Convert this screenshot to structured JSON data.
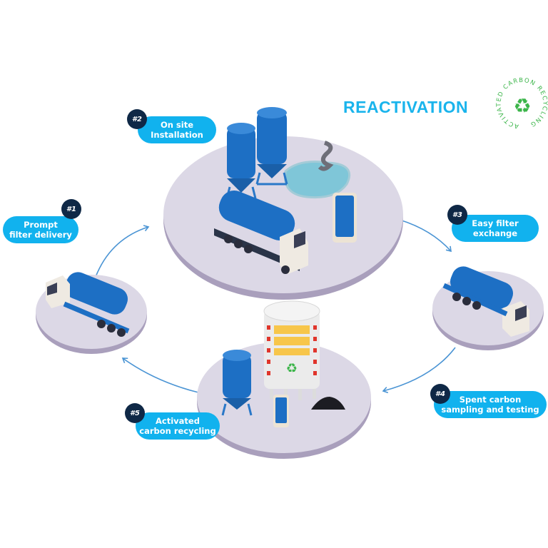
{
  "title": "REACTIVATION",
  "logo": {
    "ring_text": "ACTIVATED CARBON RECYCLING",
    "icon": "recycle-icon",
    "color": "#3cb54a"
  },
  "colors": {
    "accent": "#11b2ee",
    "badge": "#0f2846",
    "platform": "#dcd8e6",
    "platform_edge": "#a99fbc",
    "arrow": "#4a94d4",
    "equipment_blue": "#1d6fc4"
  },
  "steps": [
    {
      "badge": "#1",
      "label_line1": "Prompt",
      "label_line2": "filter delivery"
    },
    {
      "badge": "#2",
      "label_line1": "On site",
      "label_line2": "Installation"
    },
    {
      "badge": "#3",
      "label_line1": "Easy filter",
      "label_line2": "exchange"
    },
    {
      "badge": "#4",
      "label_line1": "Spent carbon",
      "label_line2": "sampling and testing"
    },
    {
      "badge": "#5",
      "label_line1": "Activated",
      "label_line2": "carbon recycling"
    }
  ]
}
